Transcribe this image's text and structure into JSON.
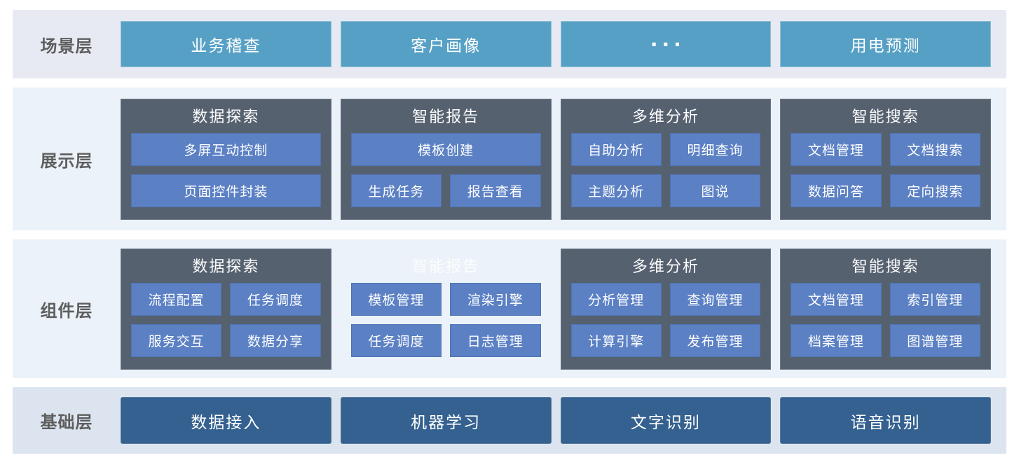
{
  "colors": {
    "scenario_box": "#57a0c5",
    "group_box": "#566170",
    "module_item": "#5b80c4",
    "foundation_box": "#34618f",
    "band_scene_bg": "#e7eaf2",
    "band_mid_bg": "#ebf2f9",
    "band_foundation_bg": "#dce5ef",
    "layer_label_color": "#5e5e5e"
  },
  "layers": [
    {
      "name": "scene-layer",
      "label": "场景层",
      "type": "boxes",
      "box_style": "scenario",
      "items": [
        "业务稽查",
        "客户画像",
        "···",
        "用电预测"
      ]
    },
    {
      "name": "presentation-layer",
      "label": "展示层",
      "type": "groups",
      "groups": [
        {
          "title": "数据探索",
          "ghost": false,
          "rows": [
            [
              "多屏互动控制"
            ],
            [
              "页面控件封装"
            ]
          ]
        },
        {
          "title": "智能报告",
          "ghost": false,
          "rows": [
            [
              "模板创建"
            ],
            [
              "生成任务",
              "报告查看"
            ]
          ]
        },
        {
          "title": "多维分析",
          "ghost": false,
          "rows": [
            [
              "自助分析",
              "明细查询"
            ],
            [
              "主题分析",
              "图说"
            ]
          ]
        },
        {
          "title": "智能搜索",
          "ghost": false,
          "rows": [
            [
              "文档管理",
              "文档搜索"
            ],
            [
              "数据问答",
              "定向搜索"
            ]
          ]
        }
      ]
    },
    {
      "name": "component-layer",
      "label": "组件层",
      "type": "groups",
      "groups": [
        {
          "title": "数据探索",
          "ghost": false,
          "rows": [
            [
              "流程配置",
              "任务调度"
            ],
            [
              "服务交互",
              "数据分享"
            ]
          ]
        },
        {
          "title": "智能报告",
          "ghost": true,
          "rows": [
            [
              "模板管理",
              "渲染引擎"
            ],
            [
              "任务调度",
              "日志管理"
            ]
          ]
        },
        {
          "title": "多维分析",
          "ghost": false,
          "rows": [
            [
              "分析管理",
              "查询管理"
            ],
            [
              "计算引擎",
              "发布管理"
            ]
          ]
        },
        {
          "title": "智能搜索",
          "ghost": false,
          "rows": [
            [
              "文档管理",
              "索引管理"
            ],
            [
              "档案管理",
              "图谱管理"
            ]
          ]
        }
      ]
    },
    {
      "name": "foundation-layer",
      "label": "基础层",
      "type": "boxes",
      "box_style": "foundation",
      "items": [
        "数据接入",
        "机器学习",
        "文字识别",
        "语音识别"
      ]
    }
  ]
}
